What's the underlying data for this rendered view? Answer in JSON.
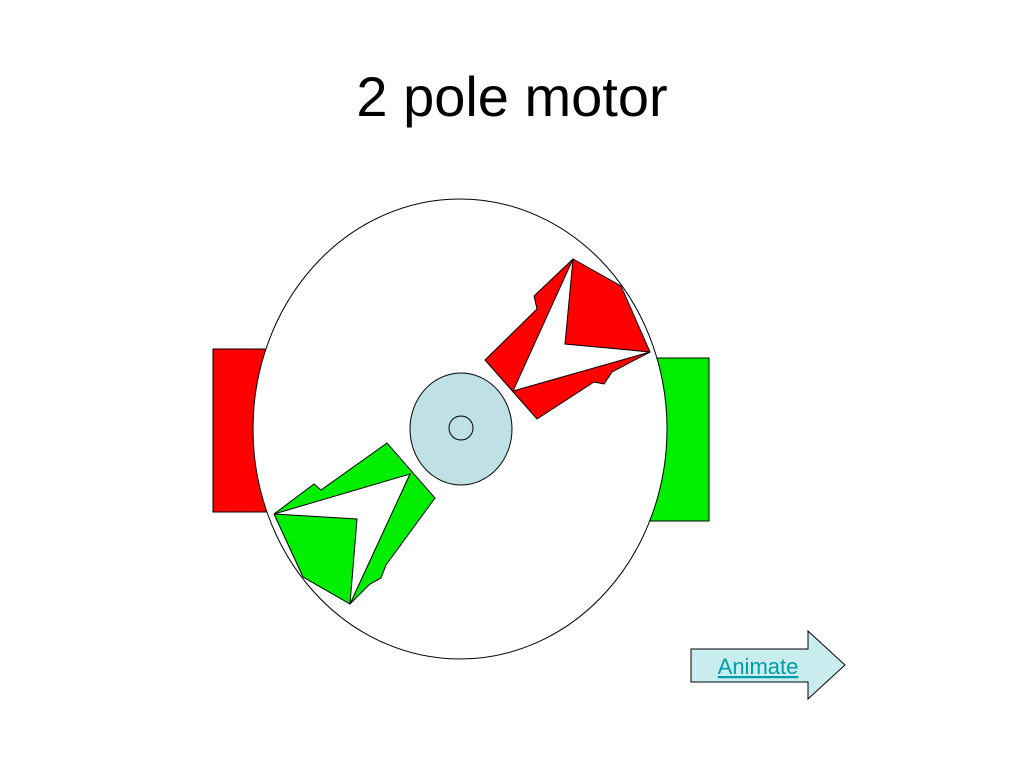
{
  "slide": {
    "title": "2 pole motor"
  },
  "motor": {
    "stator_poles": [
      {
        "side": "left",
        "color": "#ff0000"
      },
      {
        "side": "right",
        "color": "#00ee00"
      }
    ],
    "rotor_poles": [
      {
        "side": "upper-right",
        "color": "#ff0000"
      },
      {
        "side": "lower-left",
        "color": "#00ee00"
      }
    ],
    "hub_color": "#bfe0e4",
    "housing_color": "#ffffff"
  },
  "animate_button": {
    "label": "Animate",
    "fill": "#c9ecef",
    "text_color": "#009ca8"
  }
}
